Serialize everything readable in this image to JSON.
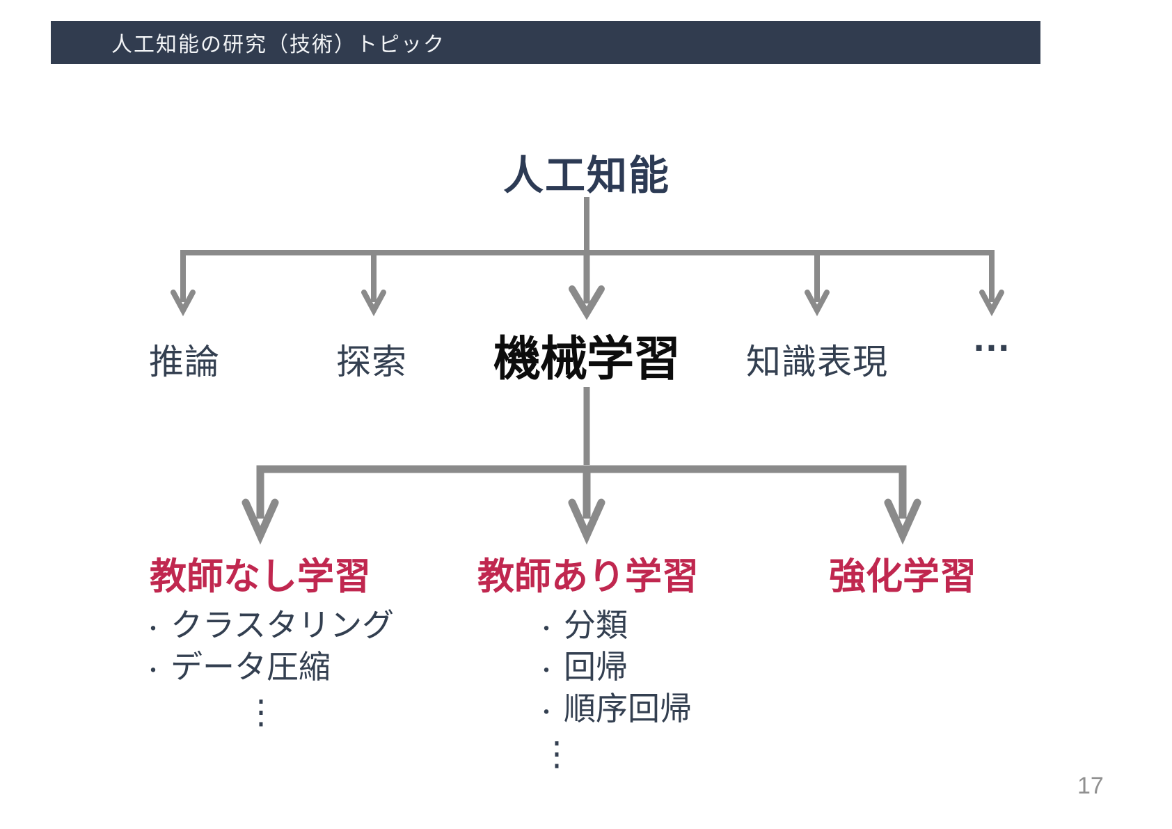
{
  "slide": {
    "header": {
      "title": "人工知能の研究（技術）トピック"
    },
    "page_number": "17",
    "colors": {
      "header_bg": "#313C4F",
      "header_text": "#F2F4F6",
      "navy_text": "#333F50",
      "root_text": "#2C3A54",
      "machine_learning_text": "#0C0C0C",
      "accent_red": "#C0274F",
      "arrow_gray": "#8A8A8A",
      "page_number_gray": "#909090"
    },
    "tree": {
      "root": "人工知能",
      "bullet": "・",
      "more_vertical": "⋮",
      "level2": [
        {
          "label": "推論"
        },
        {
          "label": "探索"
        },
        {
          "label": "機械学習"
        },
        {
          "label": "知識表現"
        },
        {
          "label": "…"
        }
      ],
      "level3": [
        {
          "label": "教師なし学習",
          "items": [
            "クラスタリング",
            "データ圧縮"
          ]
        },
        {
          "label": "教師あり学習",
          "items": [
            "分類",
            "回帰",
            "順序回帰"
          ]
        },
        {
          "label": "強化学習",
          "items": []
        }
      ]
    }
  }
}
